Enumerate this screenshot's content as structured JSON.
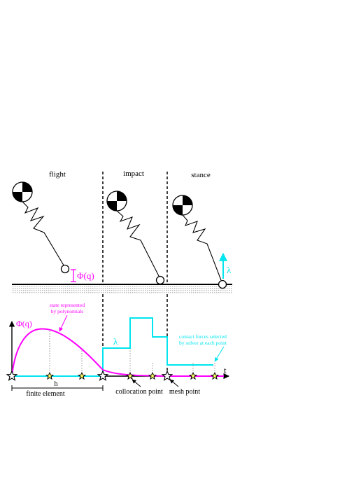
{
  "phases": {
    "flight": "flight",
    "impact": "impact",
    "stance": "stance"
  },
  "symbols": {
    "phi_top": "Φ(q)",
    "phi_plot": "Φ(q)",
    "lambda_top": "λ",
    "lambda_plot": "λ",
    "time": "t",
    "element_width": "h"
  },
  "annotations": {
    "state_line1": "state represented",
    "state_line2": "by polynomials",
    "contact_line1": "contact forces selected",
    "contact_line2": "by solver at each point",
    "finite_element": "finite element",
    "collocation_point": "collocation point",
    "mesh_point": "mesh point"
  },
  "colors": {
    "state": "#ff00ff",
    "contact": "#00e5ee",
    "ground_hatch": "#bdbdbd",
    "collocation_star": "#ffff66",
    "mesh_star": "#ffffff",
    "ink": "#000000"
  }
}
